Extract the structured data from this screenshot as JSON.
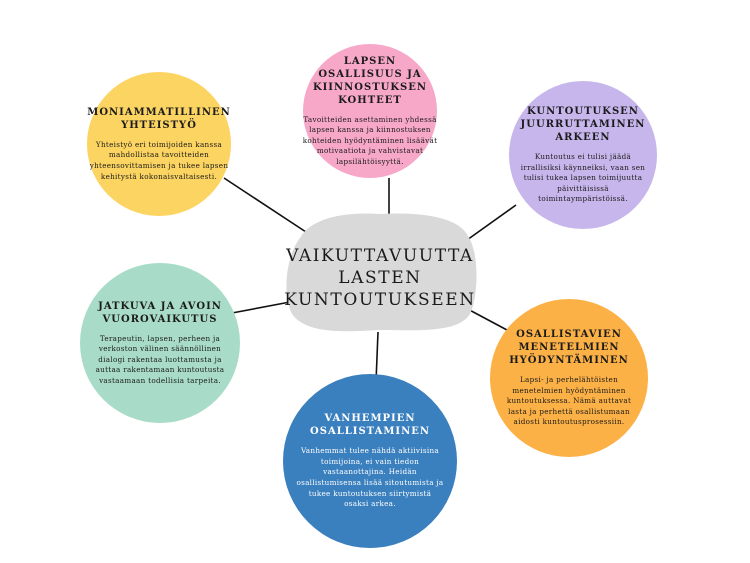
{
  "center": {
    "lines": [
      "VAIKUTTAVUUTTA",
      "LASTEN",
      "KUNTOUTUKSEEN"
    ],
    "color": "#d9d9d9"
  },
  "nodes": [
    {
      "id": "top",
      "color": "#f7a8c9",
      "icon": "none",
      "title": [
        "LAPSEN",
        "OSALLISUUS JA",
        "KIINNOSTUKSEN",
        "KOHTEET"
      ],
      "body": [
        "Tavoitteiden asettaminen yhdessä",
        "lapsen kanssa ja kiinnostuksen",
        "kohteiden hyödyntäminen lisäävät",
        "motivaatiota ja vahvistavat",
        "lapsilähtöisyyttä."
      ]
    },
    {
      "id": "top-left",
      "color": "#fcd462",
      "icon": "none",
      "title": [
        "MONIAMMATILLINEN",
        "YHTEISTYÖ"
      ],
      "body": [
        "Yhteistyö eri toimijoiden kanssa",
        "mahdollistaa tavoitteiden",
        "yhteensovittamisen ja tukee lapsen",
        "kehitystä kokonaisvaltaisesti."
      ]
    },
    {
      "id": "top-right",
      "color": "#c7b6ec",
      "icon": "none",
      "title": [
        "KUNTOUTUKSEN",
        "JUURRUTTAMINEN",
        "ARKEEN"
      ],
      "body": [
        "Kuntoutus ei tulisi jäädä",
        "irrallisiksi käynneiksi, vaan sen",
        "tulisi tukea lapsen toimijuutta",
        "päivittäisissä",
        "toimintaympäristöissä."
      ]
    },
    {
      "id": "left",
      "color": "#a8dcc8",
      "icon": "none",
      "title": [
        "JATKUVA JA AVOIN",
        "VUOROVAIKUTUS"
      ],
      "body": [
        "Terapeutin, lapsen, perheen ja",
        "verkoston välinen säännöllinen",
        "dialogi rakentaa luottamusta ja",
        "auttaa rakentamaan kuntoutusta",
        "vastaamaan todellisia tarpeita."
      ]
    },
    {
      "id": "right",
      "color": "#fcb146",
      "icon": "none",
      "title": [
        "OSALLISTAVIEN",
        "MENETELMIEN",
        "HYÖDYNTÄMINEN"
      ],
      "body": [
        "Lapsi- ja perhelähtöisten",
        "menetelmien hyödyntäminen",
        "kuntoutuksessa. Nämä auttavat",
        "lasta ja perhettä osallistumaan",
        "aidosti kuntoutusprosessiin."
      ]
    },
    {
      "id": "bottom",
      "color": "#3a7fbe",
      "icon": "none",
      "title": [
        "VANHEMPIEN",
        "OSALLISTAMINEN"
      ],
      "body": [
        "Vanhemmat tulee nähdä aktiivisina",
        "toimijoina, ei vain tiedon",
        "vastaanottajina. Heidän",
        "osallistumisensa lisää sitoutumista ja",
        "tukee kuntoutuksen siirtymistä",
        "osaksi arkea."
      ]
    }
  ]
}
